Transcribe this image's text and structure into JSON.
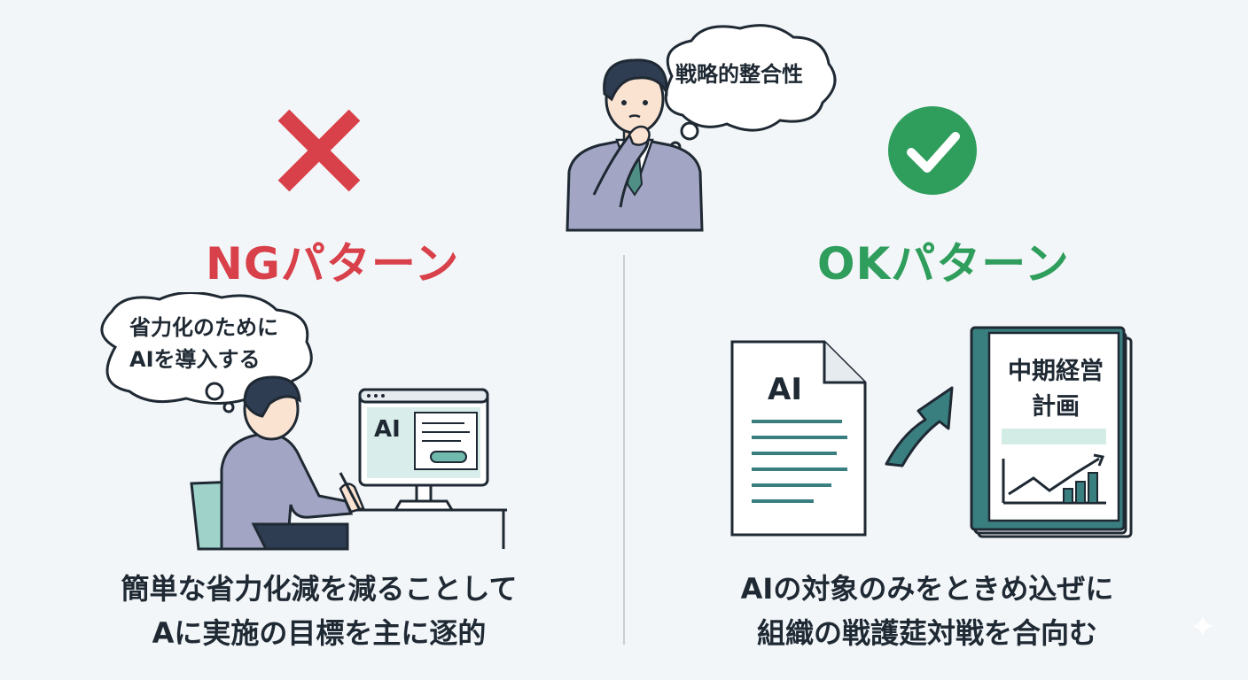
{
  "center": {
    "thought": "戦略的整合性"
  },
  "ng": {
    "heading": "NGパターン",
    "thought_line1": "省力化のために",
    "thought_line2": "AIを導入する",
    "screen_label": "AI",
    "caption_line1": "簡単な省力化減を減ることして",
    "caption_line2": "Aに実施の目標を主に逐的",
    "color": "#d8404a"
  },
  "ok": {
    "heading": "OKパターン",
    "doc_label": "AI",
    "plan_line1": "中期経営",
    "plan_line2": "計画",
    "caption_line1": "AIの対象のみをときめ込ぜに",
    "caption_line2": "組織の戦護莚対戦を合向む",
    "color": "#2f9e5c",
    "teal": "#3a7f80"
  }
}
